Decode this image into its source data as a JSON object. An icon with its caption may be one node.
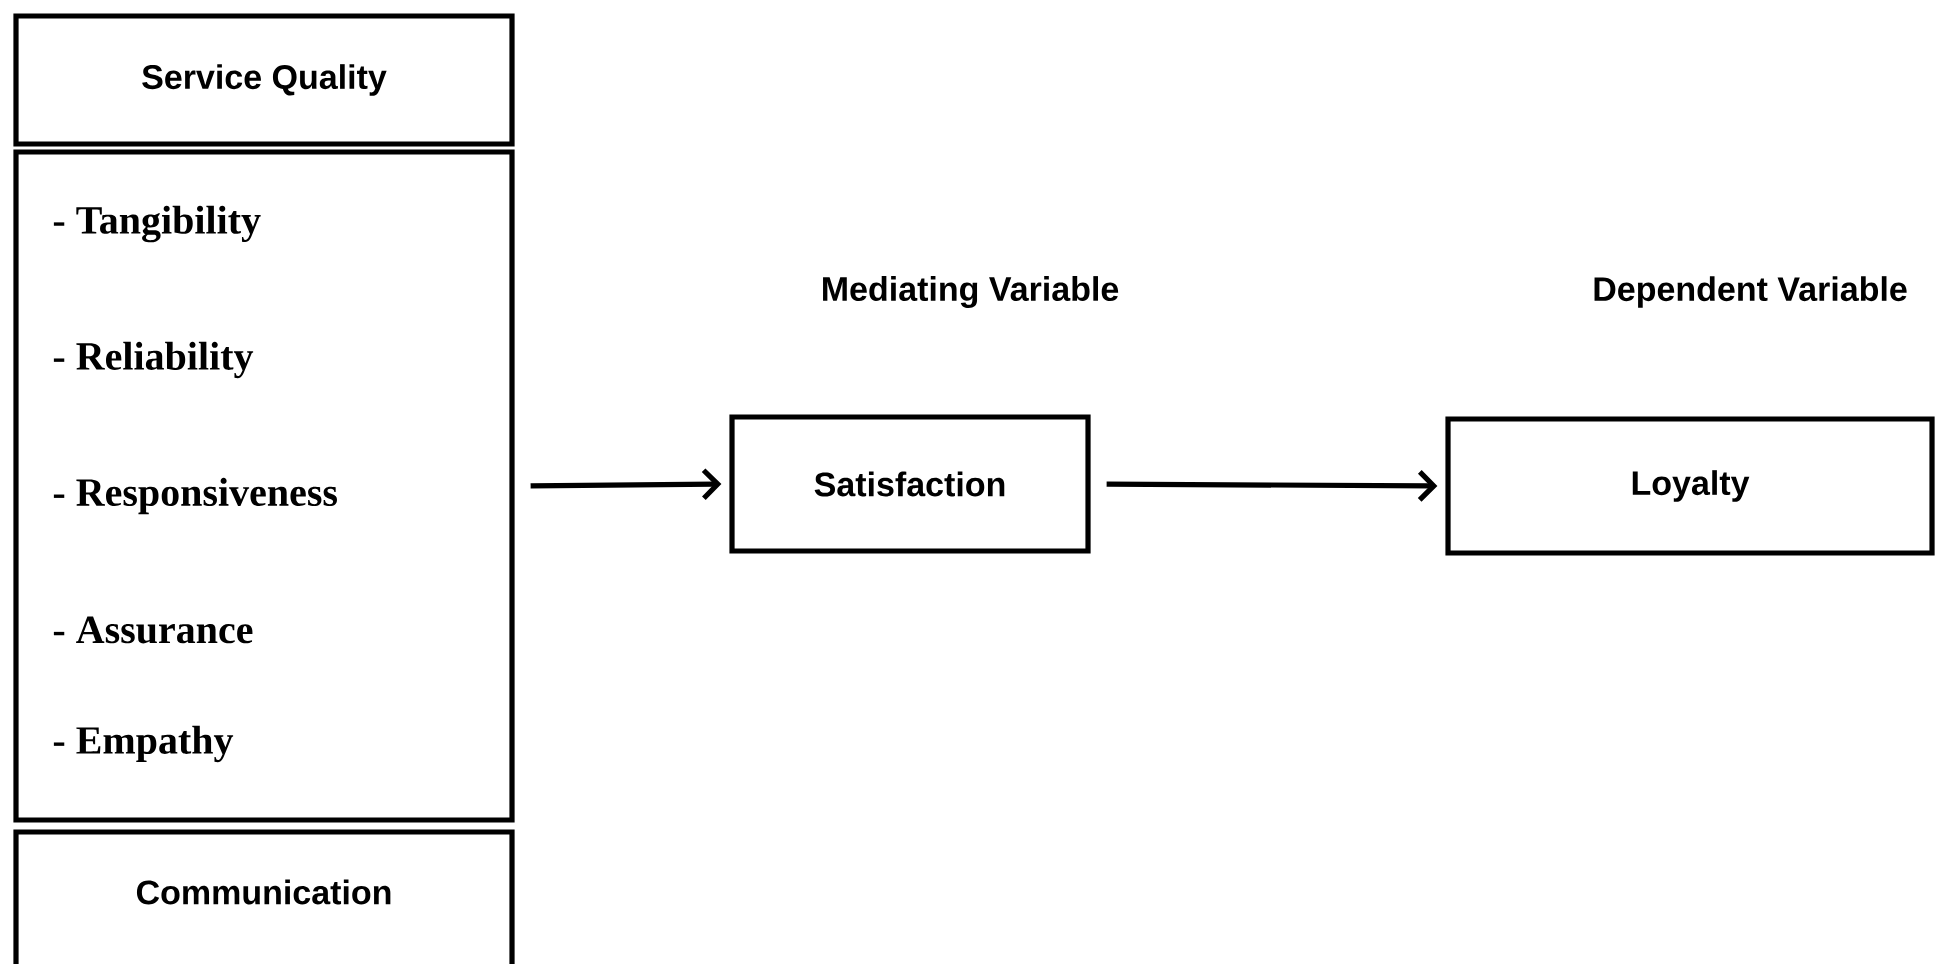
{
  "diagram": {
    "nodes": [
      {
        "text": [
          "Service Quality"
        ]
      },
      {
        "text": [
          "- Tangibility",
          "- Reliability",
          "- Responsiveness",
          "- Assurance",
          "- Empathy"
        ]
      },
      {
        "text": [
          "Communication"
        ]
      },
      {
        "text": [
          "Mediating Variable",
          "Satisfaction"
        ]
      },
      {
        "text": [
          "Dependent Variable",
          "Loyalty"
        ]
      }
    ],
    "edges": [
      {
        "from": 1,
        "to": 3,
        "arrow": "to"
      },
      {
        "from": 3,
        "to": 4,
        "arrow": "to"
      }
    ]
  }
}
